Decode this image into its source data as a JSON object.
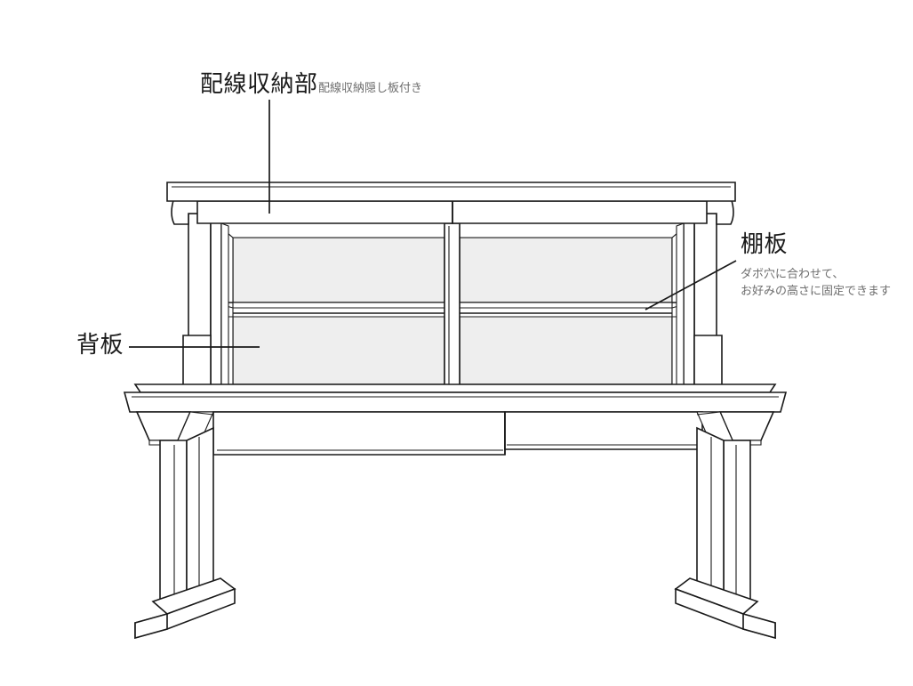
{
  "illustration": {
    "subject": "desk-with-hutch-line-drawing",
    "background_color": "#ffffff",
    "line_color": "#1a1a1a",
    "panel_fill": "#eeeeee",
    "surface_fill": "#ffffff"
  },
  "annotations": {
    "cable": {
      "title": "配線収納部",
      "subtitle": "配線収納隠し板付き",
      "leader": "vertical-line"
    },
    "shelf": {
      "title": "棚板",
      "subtitle_line1": "ダボ穴に合わせて、",
      "subtitle_line2": "お好みの高さに固定できます",
      "leader": "diagonal-line"
    },
    "back_panel": {
      "title": "背板",
      "leader": "horizontal-line"
    }
  },
  "colors": {
    "text_primary": "#1a1a1a",
    "text_secondary": "#6e6e6e",
    "stroke": "#1a1a1a",
    "panel": "#eeeeee"
  }
}
